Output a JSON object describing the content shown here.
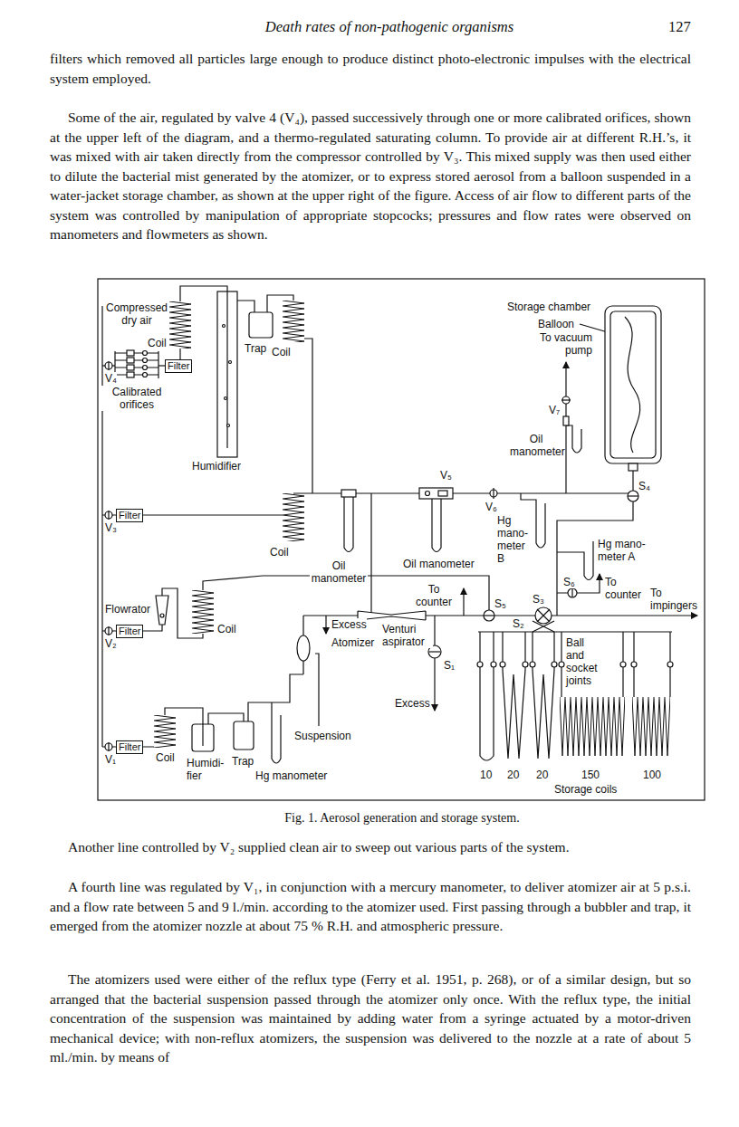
{
  "diagram": {
    "title": "Death rates of non-pathogenic organisms",
    "caption": "Fig. 1. Aerosol generation and storage system.",
    "nodes": [
      {
        "text": [
          "Filter"
        ]
      },
      {
        "text": [
          "Filter"
        ]
      },
      {
        "text": [
          "Filter"
        ]
      },
      {
        "text": [
          "Filter"
        ]
      }
    ],
    "labels": [
      "127",
      "filters which removed all particles large enough to produce distinct photo-electronic impulses with the electrical system employed.",
      "Some of the air, regulated by valve 4 (V₄), passed successively through one or more calibrated orifices, shown at the upper left of the diagram, and a thermo-regulated saturating column. To provide air at different R.H.’s, it was mixed with air taken directly from the compressor controlled by V₃. This mixed supply was then used either to dilute the bacterial mist generated by the atomizer, or to express stored aerosol from a balloon suspended in a water-jacket storage chamber, as shown at the upper right of the figure. Access of air flow to different parts of the system was controlled by manipulation of appropriate stopcocks; pressures and flow rates were observed on manometers and flowmeters as shown.",
      "Compressed dry air",
      "Coil",
      "V₄",
      "Calibrated orifices",
      "Trap",
      "Coil",
      "Humidifier",
      "Storage chamber",
      "Balloon",
      "To vacuum pump",
      "V₇",
      "Oil manometer",
      "V₅",
      "V₆",
      "Hg mano- meter B",
      "S₄",
      "Coil",
      "V₃",
      "Oil manometer",
      "Oil manometer",
      "Hg mano- meter A",
      "Flowrator",
      "V₂",
      "Coil",
      "To counter",
      "S₅",
      "S₃",
      "S₆",
      "To counter",
      "To impingers",
      "Venturi aspirator",
      "Excess",
      "Atomizer",
      "S₁",
      "Excess",
      "S₂",
      "Ball and socket joints",
      "Suspension",
      "V₁",
      "Coil",
      "Humidi- fier",
      "Trap",
      "Hg manometer",
      "10",
      "20",
      "20",
      "150",
      "100",
      "Storage coils",
      "Another line controlled by V₂ supplied clean air to sweep out various parts of the system.",
      "A fourth line was regulated by V₁, in conjunction with a mercury manometer, to deliver atomizer air at 5 p.s.i. and a flow rate between 5 and 9 l./min. according to the atomizer used. First passing through a bubbler and trap, it emerged from the atomizer nozzle at about 75 % R.H. and atmospheric pressure.",
      "The atomizers used were either of the reflux type (Ferry et al. 1951, p. 268), or of a similar design, but so arranged that the bacterial suspension passed through the atomizer only once. With the reflux type, the initial concentration of the suspension was maintained by adding water from a syringe actuated by a motor-driven mechanical device; with non-reflux atomizers, the suspension was delivered to the nozzle at a rate of about 5 ml./min. by means of"
    ]
  }
}
